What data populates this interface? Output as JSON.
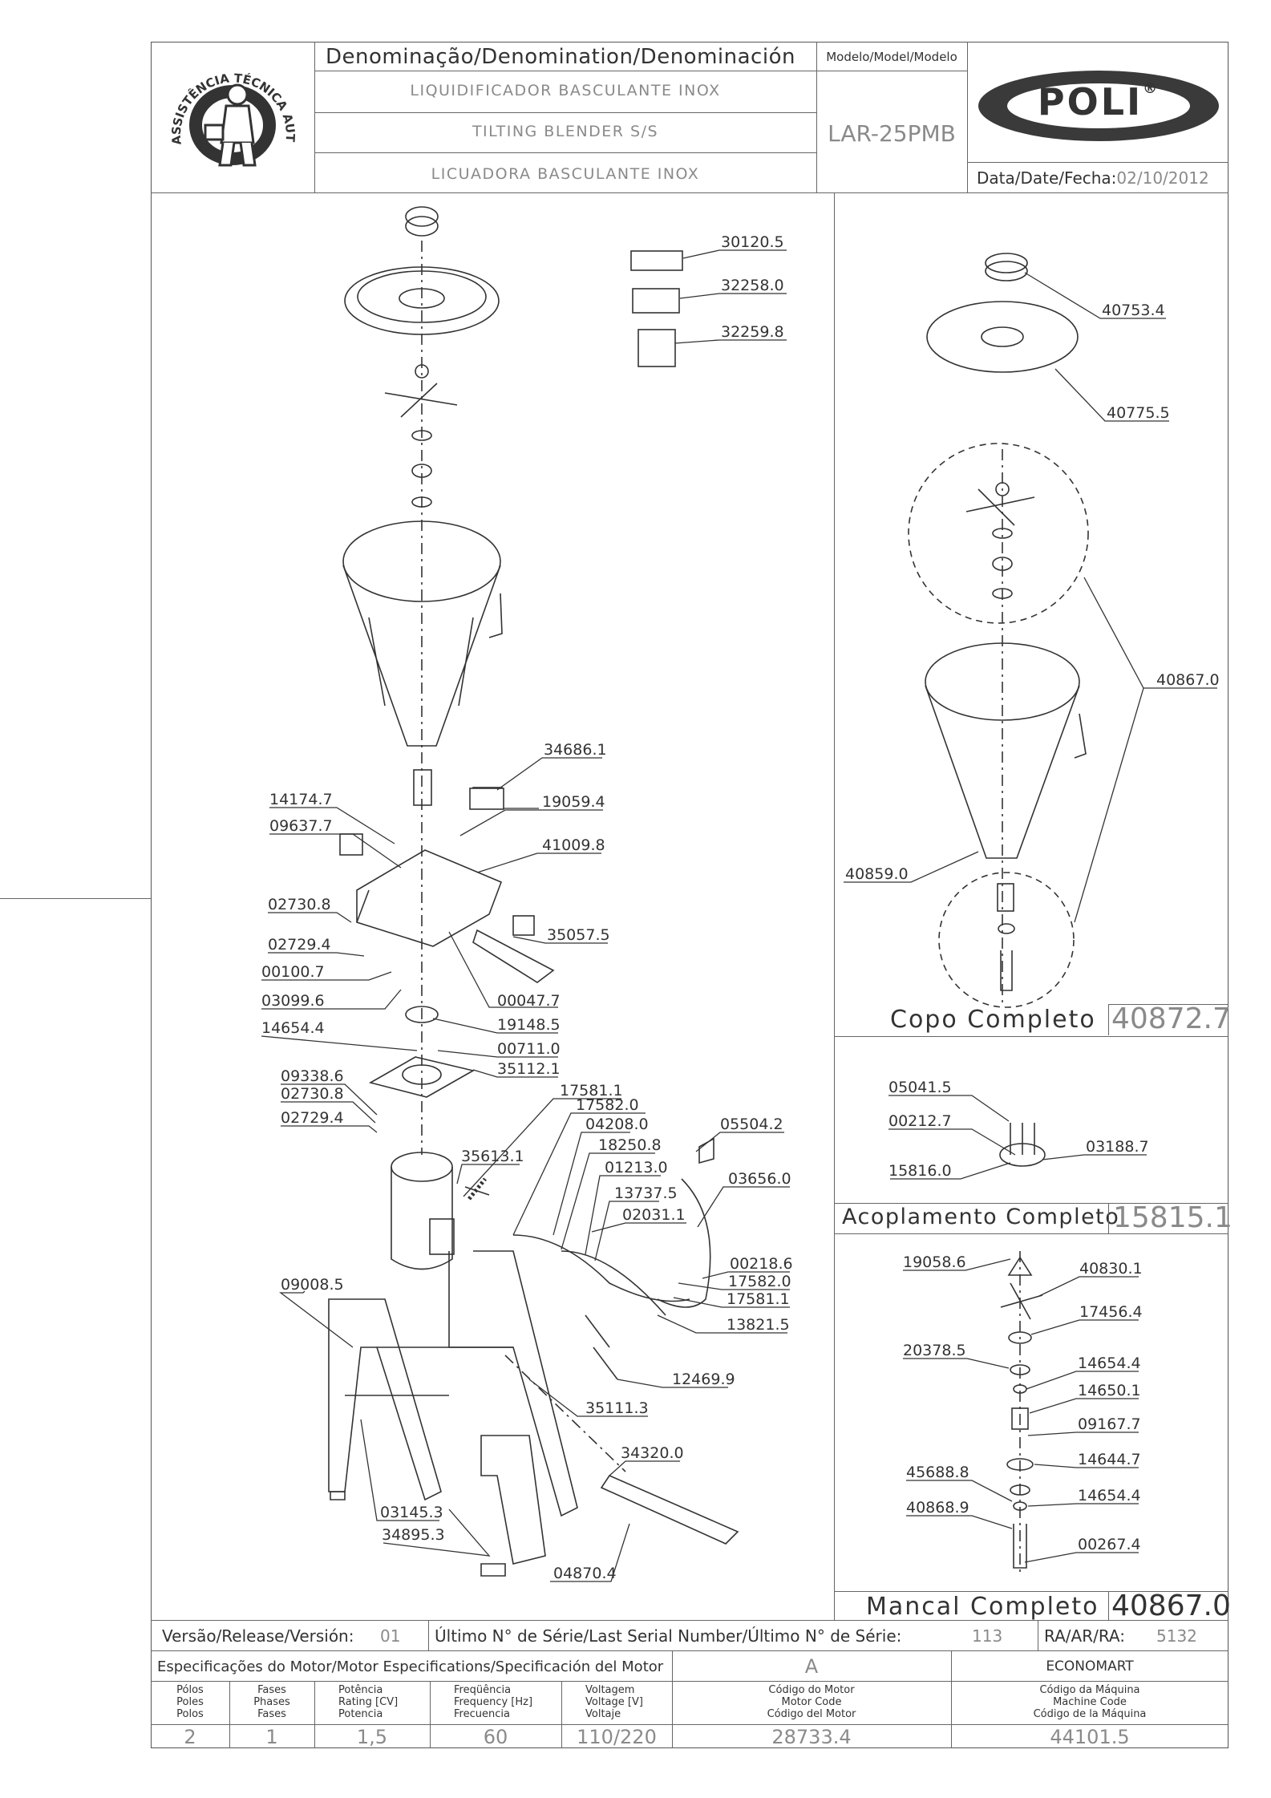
{
  "header": {
    "denomination_heading": "Denominação/Denomination/Denominación",
    "name_pt": "LIQUIDIFICADOR BASCULANTE INOX",
    "name_en": "TILTING BLENDER S/S",
    "name_es": "LICUADORA BASCULANTE INOX",
    "model_heading": "Modelo/Model/Modelo",
    "model_value": "LAR-25PMB",
    "brand": "POLI",
    "brand_mark": "®",
    "date_label": "Data/Date/Fecha:",
    "date_value": "02/10/2012",
    "seal_text": "ASSISTÊNCIA TÉCNICA AUTORIZADA"
  },
  "main_parts": [
    {
      "code": "30120.5"
    },
    {
      "code": "32258.0"
    },
    {
      "code": "32259.8"
    },
    {
      "code": "34686.1"
    },
    {
      "code": "14174.7"
    },
    {
      "code": "19059.4"
    },
    {
      "code": "09637.7"
    },
    {
      "code": "41009.8"
    },
    {
      "code": "02730.8"
    },
    {
      "code": "35057.5"
    },
    {
      "code": "02729.4"
    },
    {
      "code": "00100.7"
    },
    {
      "code": "03099.6"
    },
    {
      "code": "00047.7"
    },
    {
      "code": "19148.5"
    },
    {
      "code": "14654.4"
    },
    {
      "code": "00711.0"
    },
    {
      "code": "09338.6"
    },
    {
      "code": "35112.1"
    },
    {
      "code": "02730.8"
    },
    {
      "code": "02729.4"
    },
    {
      "code": "17581.1"
    },
    {
      "code": "17582.0"
    },
    {
      "code": "04208.0"
    },
    {
      "code": "05504.2"
    },
    {
      "code": "35613.1"
    },
    {
      "code": "18250.8"
    },
    {
      "code": "01213.0"
    },
    {
      "code": "03656.0"
    },
    {
      "code": "13737.5"
    },
    {
      "code": "02031.1"
    },
    {
      "code": "09008.5"
    },
    {
      "code": "00218.6"
    },
    {
      "code": "17582.0"
    },
    {
      "code": "17581.1"
    },
    {
      "code": "13821.5"
    },
    {
      "code": "12469.9"
    },
    {
      "code": "35111.3"
    },
    {
      "code": "34320.0"
    },
    {
      "code": "03145.3"
    },
    {
      "code": "34895.3"
    },
    {
      "code": "04870.4"
    }
  ],
  "copo": {
    "title": "Copo Completo",
    "code": "40872.7",
    "parts": [
      {
        "code": "40753.4"
      },
      {
        "code": "40775.5"
      },
      {
        "code": "40867.0"
      },
      {
        "code": "40859.0"
      }
    ]
  },
  "acoplamento": {
    "title": "Acoplamento Completo",
    "code": "15815.1",
    "parts": [
      {
        "code": "05041.5"
      },
      {
        "code": "00212.7"
      },
      {
        "code": "03188.7"
      },
      {
        "code": "15816.0"
      }
    ]
  },
  "mancal": {
    "title": "Mancal Completo",
    "code": "40867.0",
    "parts": [
      {
        "code": "19058.6"
      },
      {
        "code": "40830.1"
      },
      {
        "code": "17456.4"
      },
      {
        "code": "20378.5"
      },
      {
        "code": "14654.4"
      },
      {
        "code": "14650.1"
      },
      {
        "code": "09167.7"
      },
      {
        "code": "14644.7"
      },
      {
        "code": "45688.8"
      },
      {
        "code": "14654.4"
      },
      {
        "code": "40868.9"
      },
      {
        "code": "00267.4"
      }
    ]
  },
  "footer": {
    "version_label": "Versão/Release/Versión:",
    "version_value": "01",
    "serial_label": "Último N° de Série/Last Serial Number/Último N° de Série:",
    "serial_value": "113",
    "ra_label": "RA/AR/RA:",
    "ra_value": "5132",
    "motor_spec_label": "Especificações do Motor/Motor Especifications/Specificación del Motor",
    "motor_spec_value": "A",
    "client": "ECONOMART",
    "columns": [
      {
        "line1": "Pólos",
        "line2": "Poles",
        "line3": "Polos",
        "value": "2"
      },
      {
        "line1": "Fases",
        "line2": "Phases",
        "line3": "Fases",
        "value": "1"
      },
      {
        "line1": "Potência",
        "line2": "Rating [CV]",
        "line3": "Potencia",
        "value": "1,5"
      },
      {
        "line1": "Freqüência",
        "line2": "Frequency [Hz]",
        "line3": "Frecuencia",
        "value": "60"
      },
      {
        "line1": "Voltagem",
        "line2": "Voltage [V]",
        "line3": "Voltaje",
        "value": "110/220"
      },
      {
        "line1": "Código do Motor",
        "line2": "Motor Code",
        "line3": "Código del Motor",
        "value": "28733.4"
      },
      {
        "line1": "Código da Máquina",
        "line2": "Machine Code",
        "line3": "Código de la Máquina",
        "value": "44101.5"
      }
    ]
  }
}
